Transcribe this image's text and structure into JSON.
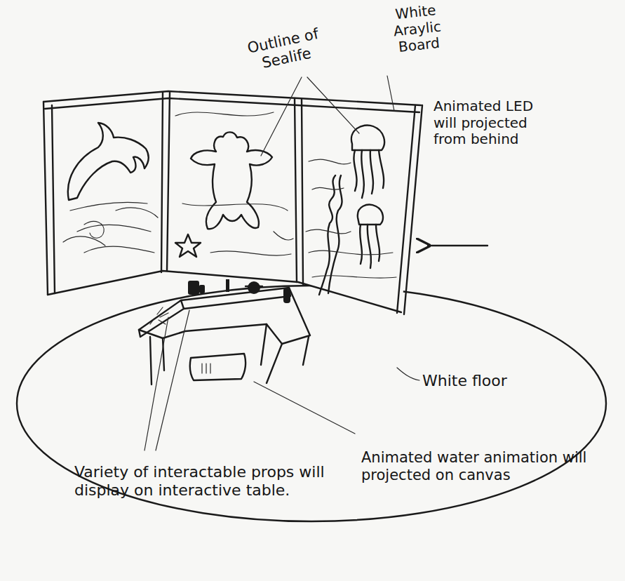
{
  "diagram": {
    "labels": [
      "Outline of Sealife",
      "White Araylic Board",
      "Animated LED will projected from behind",
      "White floor",
      "Variety of interactable props will display on interactive table.",
      "Animated water animation will projected on canvas"
    ]
  }
}
